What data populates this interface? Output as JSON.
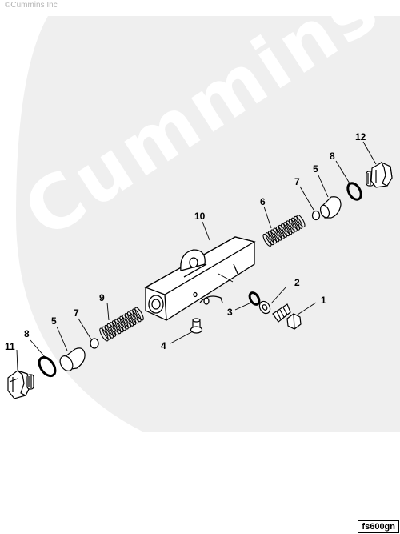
{
  "copyright": "©Cummins Inc",
  "watermark": "Cummins",
  "figure_code": "fs600gn",
  "callouts": {
    "c1": "1",
    "c2": "2",
    "c3": "3",
    "c4": "4",
    "c5a": "5",
    "c5b": "5",
    "c6": "6",
    "c7a": "7",
    "c7b": "7",
    "c8a": "8",
    "c8b": "8",
    "c9": "9",
    "c10": "10",
    "c11": "11",
    "c12": "12"
  }
}
